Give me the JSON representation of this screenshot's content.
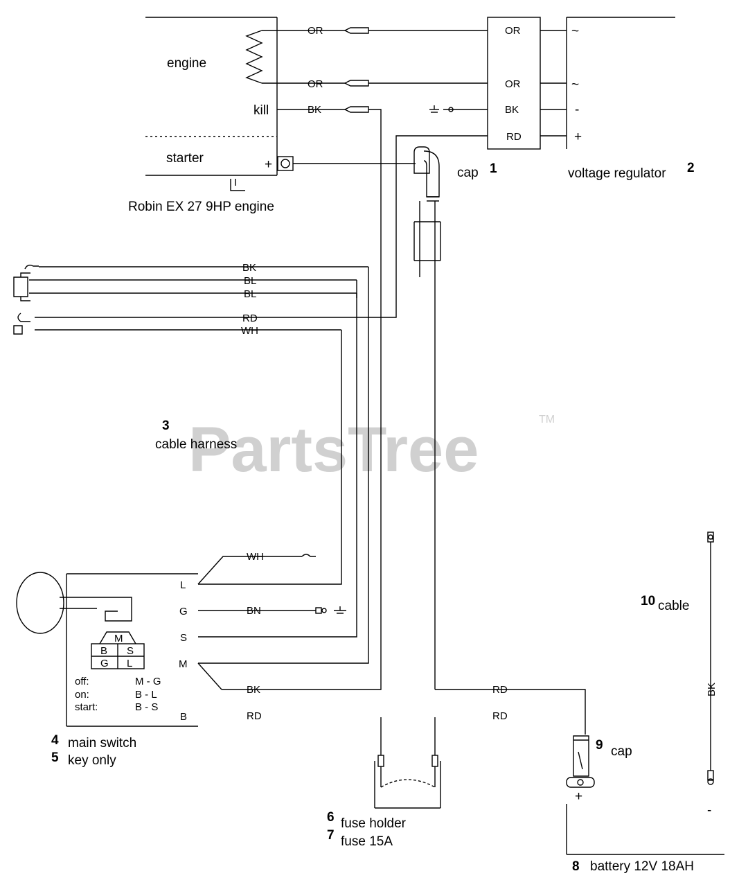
{
  "engine": {
    "engine_label": "engine",
    "kill_label": "kill",
    "starter_label": "starter",
    "plus": "+",
    "name": "Robin EX 27  9HP engine"
  },
  "regulator": {
    "in1": "OR",
    "in2": "OR",
    "in3": "BK",
    "in4": "RD",
    "out1": "~",
    "out2": "~",
    "out3": "-",
    "out4": "+",
    "name": "voltage regulator",
    "number": "2"
  },
  "engine_wires": {
    "w1": "OR",
    "w2": "OR",
    "w3": "BK"
  },
  "cap1": {
    "label": "cap",
    "number": "1"
  },
  "harness": {
    "number": "3",
    "label": "cable harness",
    "wires": [
      "BK",
      "BL",
      "BL",
      "RD",
      "WH"
    ]
  },
  "switch_wires": {
    "wh": "WH",
    "bn": "BN",
    "bk": "BK",
    "rd1": "RD",
    "rd2": "RD",
    "rd3": "RD"
  },
  "main_switch": {
    "terminals": [
      "L",
      "G",
      "S",
      "M",
      "B"
    ],
    "grid": {
      "top": "M",
      "b": "B",
      "s": "S",
      "g": "G",
      "l": "L"
    },
    "modes": [
      {
        "name": "off:",
        "value": "M - G"
      },
      {
        "name": "on:",
        "value": "B - L"
      },
      {
        "name": "start:",
        "value": "B - S"
      }
    ],
    "number4": "4",
    "label4": "main switch",
    "number5": "5",
    "label5": "key only"
  },
  "fuse": {
    "number6": "6",
    "label6": "fuse holder",
    "number7": "7",
    "label7": "fuse 15A"
  },
  "cap9": {
    "number": "9",
    "label": "cap",
    "plus": "+"
  },
  "battery": {
    "number": "8",
    "label": "battery 12V 18AH"
  },
  "cable10": {
    "number": "10",
    "label": "cable",
    "wire": "BK",
    "minus_top": "-",
    "minus_bottom": "-"
  },
  "watermark": {
    "text": "PartsTree",
    "tm": "TM"
  }
}
